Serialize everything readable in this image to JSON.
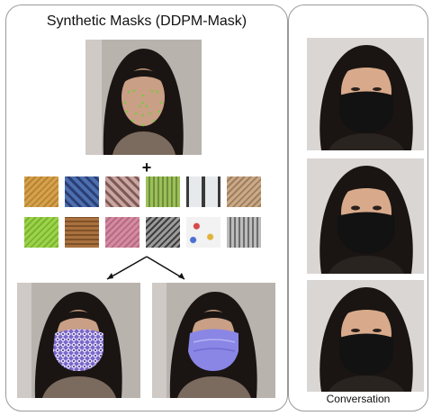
{
  "left_panel": {
    "title": "Synthetic Masks (DDPM-Mask)",
    "plus": "+"
  },
  "right_panel": {
    "caption": "Conversation"
  },
  "colors": {
    "panel_border": "#9a9a9a",
    "background_wall": "#b9b3ae",
    "skin_light": "#c99f85",
    "skin_asian": "#d8aa8b",
    "hair": "#1a1512",
    "landmark": "#7ac943",
    "mask_black": "#121212",
    "mask_lavender": "#8a86e6"
  },
  "textures": [
    {
      "name": "woven-yellow",
      "c1": "#d4a24c",
      "c2": "#b98333"
    },
    {
      "name": "blue-yarn",
      "c1": "#4c6fb0",
      "c2": "#2c3f74"
    },
    {
      "name": "braided-rope",
      "c1": "#c9a6a1",
      "c2": "#7f5a57"
    },
    {
      "name": "green-knit",
      "c1": "#9cbf5a",
      "c2": "#6e8f3a"
    },
    {
      "name": "window-glass",
      "c1": "#e7eaec",
      "c2": "#3a3a3a"
    },
    {
      "name": "burlap",
      "c1": "#c9a987",
      "c2": "#9e7e5e"
    },
    {
      "name": "lime-fabric",
      "c1": "#9bd34a",
      "c2": "#7cb431"
    },
    {
      "name": "brown-wood",
      "c1": "#a8713f",
      "c2": "#7f5128"
    },
    {
      "name": "pink-fabric",
      "c1": "#d48aa1",
      "c2": "#b56b83"
    },
    {
      "name": "gray-granite",
      "c1": "#9a9a9a",
      "c2": "#3c3c3c"
    },
    {
      "name": "polka-dots",
      "c1": "#f2f2f2",
      "c2": "#d44a4a"
    },
    {
      "name": "gray-knit",
      "c1": "#bcbcbc",
      "c2": "#6c6c6c"
    }
  ]
}
